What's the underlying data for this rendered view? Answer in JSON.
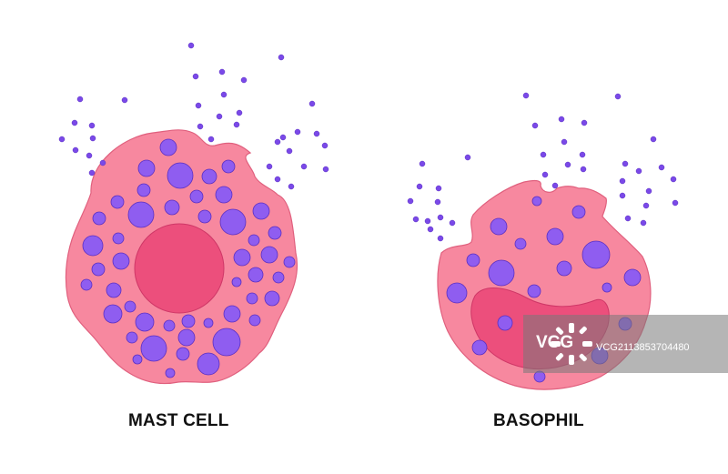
{
  "labels": {
    "mast_cell": "MAST CELL",
    "basophil": "BASOPHIL"
  },
  "watermark": {
    "brand": "VCG",
    "id": "VCG2113853704480"
  },
  "colors": {
    "cytoplasm": "#f7889f",
    "membrane": "#e0607e",
    "nucleus": "#ec4f7c",
    "nucleus_edge": "#cf3767",
    "granule": "#8f5df0",
    "granule_edge": "#5a2fc2",
    "released_granule": "#7a49e8"
  }
}
